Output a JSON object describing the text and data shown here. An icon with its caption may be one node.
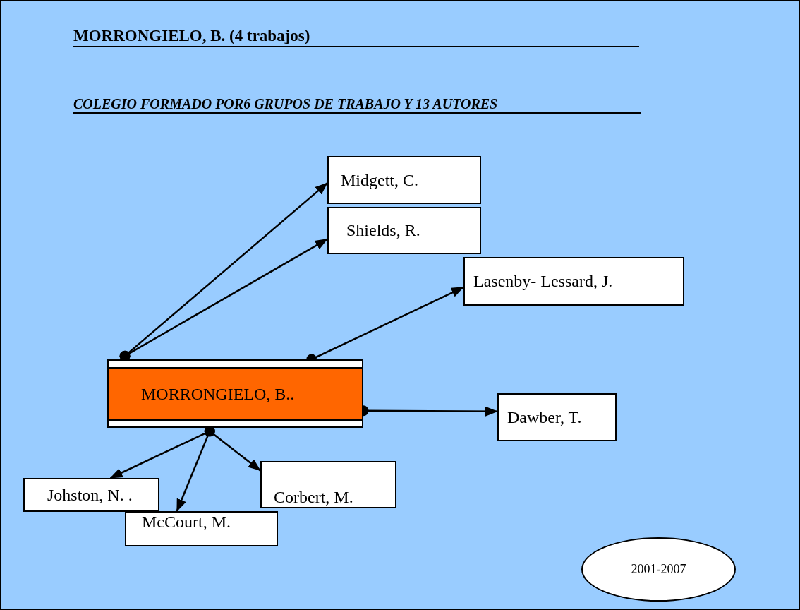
{
  "diagram": {
    "title": "MORRONGIELO, B. (4 trabajos)",
    "nodes": [
      {
        "text": [
          "Midgett, C."
        ]
      },
      {
        "text": [
          "Shields, R."
        ]
      },
      {
        "text": [
          "Lasenby- Lessard, J."
        ]
      },
      {
        "text": [
          "MORRONGIELO, B.."
        ]
      },
      {
        "text": [
          "Dawber, T."
        ]
      },
      {
        "text": [
          "Johston, N. ."
        ]
      },
      {
        "text": [
          "Corbert, M."
        ]
      },
      {
        "text": [
          "McCourt, M."
        ]
      },
      {
        "text": [
          "2001-2007"
        ]
      }
    ],
    "edges": [
      {
        "from": 3,
        "to": 0,
        "arrow": "to"
      },
      {
        "from": 3,
        "to": 1,
        "arrow": "to"
      },
      {
        "from": 3,
        "to": 2,
        "arrow": "to"
      },
      {
        "from": 3,
        "to": 4,
        "arrow": "to"
      },
      {
        "from": 3,
        "to": 5,
        "arrow": "to"
      },
      {
        "from": 3,
        "to": 7,
        "arrow": "to"
      },
      {
        "from": 3,
        "to": 6,
        "arrow": "to"
      }
    ],
    "labels": [
      "COLEGIO FORMADO POR6 GRUPOS DE TRABAJO Y 13 AUTORES"
    ]
  }
}
